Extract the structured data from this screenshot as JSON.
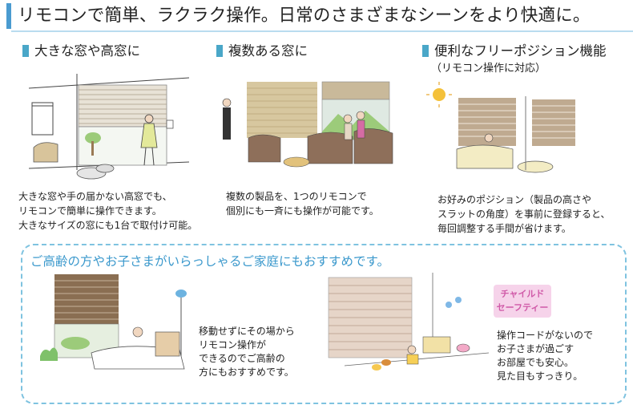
{
  "header": {
    "title": "リモコンで簡単、ラクラク操作。日常のさまざまなシーンをより快適に。"
  },
  "sections": [
    {
      "title": "大きな窓や高窓に",
      "description": [
        "大きな窓や手の届かない高窓でも、",
        "リモコンで簡単に操作できます。",
        "大きなサイズの窓にも1台で取付け可能。"
      ]
    },
    {
      "title": "複数ある窓に",
      "description": [
        "複数の製品を、1つのリモコンで",
        "個別にも一斉にも操作が可能です。"
      ]
    },
    {
      "title": "便利なフリーポジション機能",
      "subtitle": "（リモコン操作に対応）",
      "description": [
        "お好みのポジション（製品の高さや",
        "スラットの角度）を事前に登録すると、",
        "毎回調整する手間が省けます。"
      ]
    }
  ],
  "recommend": {
    "title": "ご高齢の方やお子さまがいらっしゃるご家庭にもおすすめです。",
    "elderly_text": [
      "移動せずにその場から",
      "リモコン操作が",
      "できるのでご高齢の",
      "方にもおすすめです。"
    ],
    "child_badge": [
      "チャイルド",
      "セーフティー"
    ],
    "child_text": [
      "操作コードがないので",
      "お子さまが過ごす",
      "お部屋でも安心。",
      "見た目もすっきり。"
    ]
  },
  "colors": {
    "accent": "#4a9bd0",
    "square": "#4aa7c8",
    "recommend_title": "#3a98cc",
    "badge_bg": "#f6d3ea",
    "badge_text": "#d05aa8",
    "blind": "#c8b8a0"
  }
}
